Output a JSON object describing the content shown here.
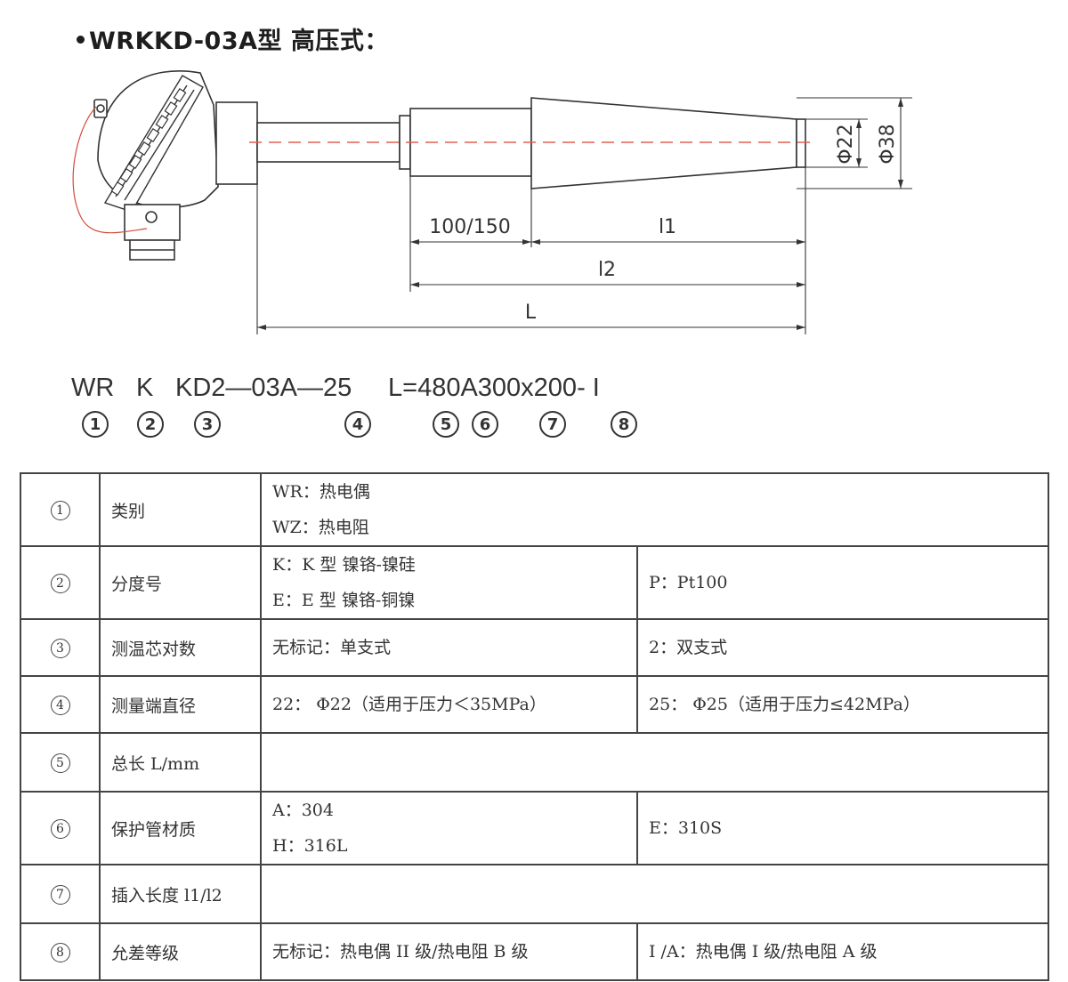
{
  "title": "WRKKD-03A型  高压式：",
  "diagram": {
    "dim_100_150": "100/150",
    "dim_l1": "l1",
    "dim_l2": "l2",
    "dim_L": "L",
    "dia_22": "Φ22",
    "dia_38": "Φ38"
  },
  "model_code": {
    "parts": [
      "WR",
      "K",
      "KD2—03A—25",
      "L=480A300x200- I"
    ],
    "markers": [
      "1",
      "2",
      "3",
      "4",
      "5",
      "6",
      "7",
      "8"
    ]
  },
  "table": {
    "rows": [
      {
        "index": "1",
        "name": "类别",
        "cols": [
          [
            "WR：热电偶",
            "WZ：热电阻"
          ]
        ]
      },
      {
        "index": "2",
        "name": "分度号",
        "cols": [
          [
            "K：K 型  镍铬-镍硅",
            "E：E 型  镍铬-铜镍"
          ],
          [
            "P：Pt100"
          ]
        ]
      },
      {
        "index": "3",
        "name": "测温芯对数",
        "cols": [
          [
            "无标记：单支式"
          ],
          [
            "2：双支式"
          ]
        ]
      },
      {
        "index": "4",
        "name": "测量端直径",
        "cols": [
          [
            "22：  Φ22（适用于压力＜35MPa）"
          ],
          [
            "25：  Φ25（适用于压力≤42MPa）"
          ]
        ]
      },
      {
        "index": "5",
        "name": "总长 L/mm",
        "cols": [
          [
            ""
          ]
        ]
      },
      {
        "index": "6",
        "name": "保护管材质",
        "cols": [
          [
            "A：304",
            "H：316L"
          ],
          [
            "E：310S"
          ]
        ]
      },
      {
        "index": "7",
        "name": "插入长度 l1/l2",
        "cols": [
          [
            ""
          ]
        ]
      },
      {
        "index": "8",
        "name": "允差等级",
        "cols": [
          [
            "无标记：热电偶 II 级/热电阻 B 级"
          ],
          [
            " I /A：热电偶 I 级/热电阻 A 级"
          ]
        ]
      }
    ]
  }
}
